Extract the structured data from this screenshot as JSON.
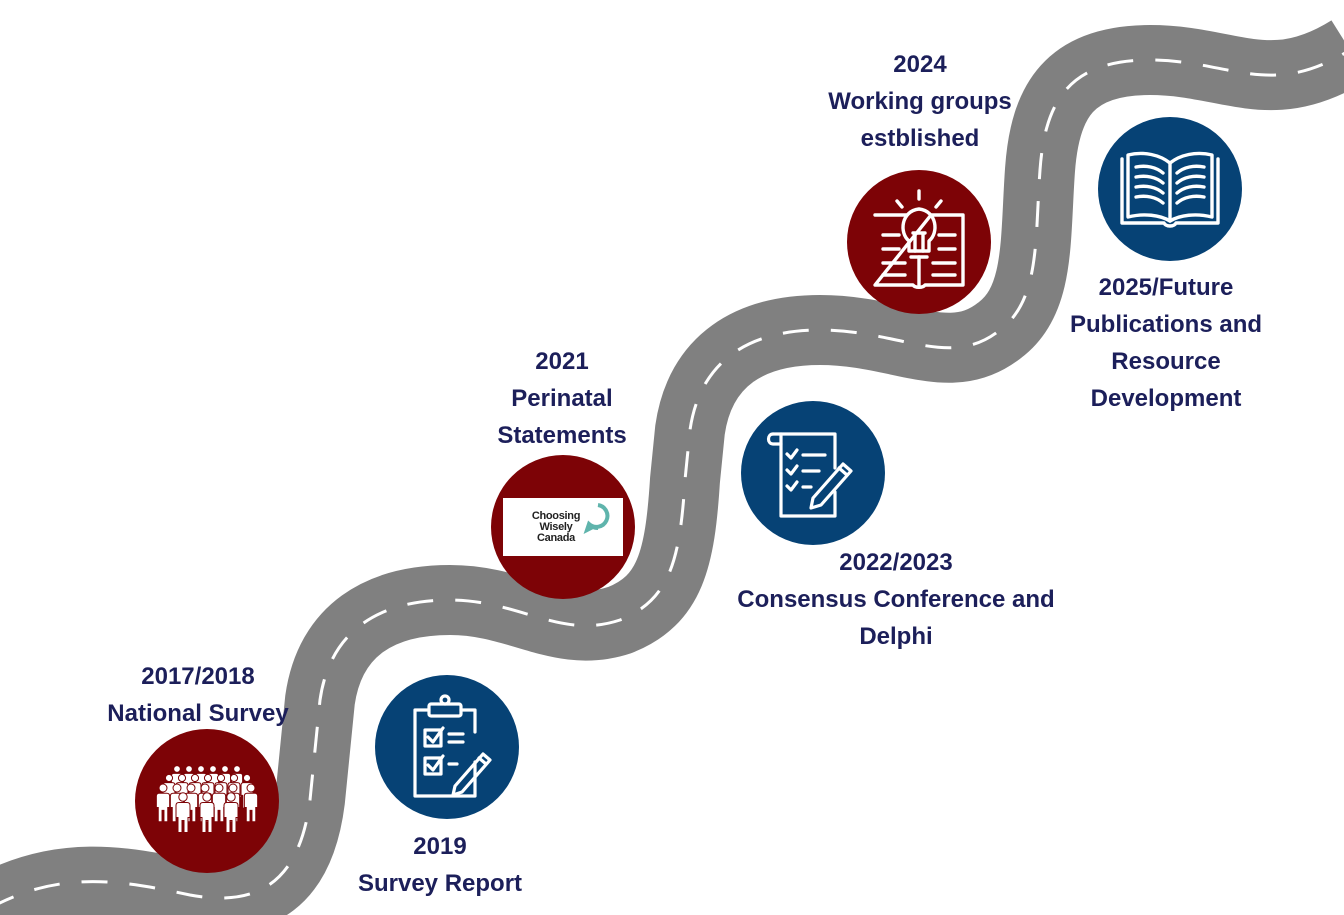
{
  "colors": {
    "red": "#7d0306",
    "blue": "#064275",
    "road": "#808080",
    "text": "#1c1f5a"
  },
  "milestones": [
    {
      "id": "m2017",
      "lines": [
        "2017/2018",
        "National Survey"
      ],
      "icon": "people-group-icon",
      "color": "red"
    },
    {
      "id": "m2019",
      "lines": [
        "2019",
        "Survey Report"
      ],
      "icon": "clipboard-checklist-icon",
      "color": "blue"
    },
    {
      "id": "m2021",
      "lines": [
        "2021",
        "Perinatal",
        "Statements"
      ],
      "icon": "choosing-wisely-logo",
      "color": "red",
      "logo_text": [
        "Choosing",
        "Wisely",
        "Canada"
      ]
    },
    {
      "id": "m2022",
      "lines": [
        "2022/2023",
        "Consensus Conference and",
        "Delphi"
      ],
      "icon": "checklist-pencil-icon",
      "color": "blue"
    },
    {
      "id": "m2024",
      "lines": [
        "2024",
        "Working groups",
        "estblished"
      ],
      "icon": "lightbulb-book-icon",
      "color": "red"
    },
    {
      "id": "m2025",
      "lines": [
        "2025/Future",
        "Publications and",
        "Resource",
        "Development"
      ],
      "icon": "open-book-icon",
      "color": "blue"
    }
  ]
}
